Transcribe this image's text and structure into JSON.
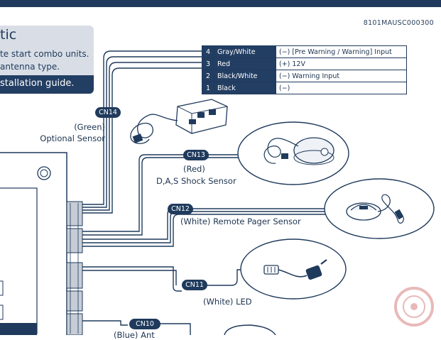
{
  "doc_id": "8101MAUSC000300",
  "note": {
    "heading": "tic",
    "line1": "te start combo units.",
    "line2": "antenna type.",
    "band": "stallation guide."
  },
  "pin_table": [
    {
      "num": "4",
      "color": "Gray/White",
      "function": "(−) [Pre Warning / Warning] Input"
    },
    {
      "num": "3",
      "color": "Red",
      "function": "(+) 12V"
    },
    {
      "num": "2",
      "color": "Black/White",
      "function": "(−) Warning Input"
    },
    {
      "num": "1",
      "color": "Black",
      "function": "(−)"
    }
  ],
  "connectors": {
    "cn14": {
      "badge": "CN14",
      "color": "(Green)",
      "label": "Optional Sensor"
    },
    "cn13": {
      "badge": "CN13",
      "color": "(Red)",
      "label": "D,A,S Shock Sensor"
    },
    "cn12": {
      "badge": "CN12",
      "label": "(White) Remote Pager Sensor"
    },
    "cn11": {
      "badge": "CN11",
      "label": "(White) LED"
    },
    "cn10": {
      "badge": "CN10",
      "label": "(Blue) Ant"
    }
  },
  "colors": {
    "navy": "#1f3a5c",
    "panel": "#d9dee6"
  },
  "icons": [
    "optional-sensor-module-icon",
    "shock-sensor-icon",
    "pager-sensor-icon",
    "led-connector-icon",
    "watermark-logo"
  ]
}
